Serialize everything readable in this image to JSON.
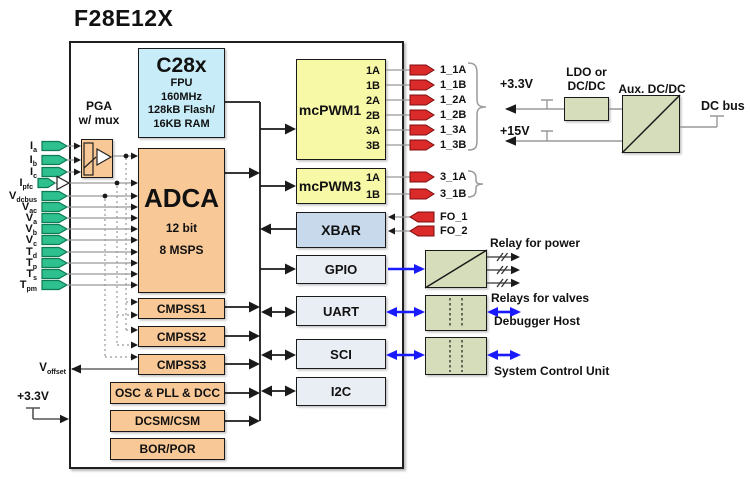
{
  "title": "F28E12X",
  "blocks": {
    "c28x": {
      "title": "C28x",
      "lines": [
        "FPU",
        "160MHz",
        "128kB Flash/",
        "16KB RAM"
      ]
    },
    "pga": {
      "line1": "PGA",
      "line2": "w/ mux"
    },
    "adca": {
      "title": "ADCA",
      "line1": "12 bit",
      "line2": "8 MSPS"
    },
    "cmpss": [
      "CMPSS1",
      "CMPSS2",
      "CMPSS3"
    ],
    "osc": "OSC & PLL & DCC",
    "dcsm": "DCSM/CSM",
    "bor": "BOR/POR",
    "mcpwm1": {
      "title": "mcPWM1",
      "pins": [
        "1A",
        "1B",
        "2A",
        "2B",
        "3A",
        "3B"
      ]
    },
    "mcpwm3": {
      "title": "mcPWM3",
      "pins": [
        "1A",
        "1B"
      ]
    },
    "xbar": "XBAR",
    "gpio": "GPIO",
    "uart": "UART",
    "sci": "SCI",
    "i2c": "I2C"
  },
  "inputs": [
    {
      "base": "I",
      "sub": "a"
    },
    {
      "base": "I",
      "sub": "b"
    },
    {
      "base": "I",
      "sub": "c"
    },
    {
      "base": "I",
      "sub": "pfc"
    },
    {
      "base": "V",
      "sub": "dcbus"
    },
    {
      "base": "V",
      "sub": "ac"
    },
    {
      "base": "V",
      "sub": "a"
    },
    {
      "base": "V",
      "sub": "b"
    },
    {
      "base": "V",
      "sub": "c"
    },
    {
      "base": "T",
      "sub": "d"
    },
    {
      "base": "T",
      "sub": "p"
    },
    {
      "base": "T",
      "sub": "s"
    },
    {
      "base": "T",
      "sub": "pm"
    }
  ],
  "left": {
    "v_offset_base": "V",
    "v_offset_sub": "offset",
    "supply": "+3.3V"
  },
  "outputs": {
    "pwm": [
      "1_1A",
      "1_1B",
      "1_2A",
      "1_2B",
      "1_3A",
      "1_3B",
      "3_1A",
      "3_1B"
    ],
    "fault": [
      "FO_1",
      "FO_2"
    ]
  },
  "power": {
    "v33": "+3.3V",
    "v15": "+15V",
    "ldo_line1": "LDO or",
    "ldo_line2": "DC/DC",
    "aux": "Aux. DC/DC",
    "dcbus": "DC bus"
  },
  "right_labels": {
    "relay_power": "Relay for power",
    "relays_valves": "Relays for valves",
    "debugger_host": "Debugger Host",
    "system_control_unit": "System Control Unit"
  },
  "colors": {
    "cpu_fill": "#c8edf8",
    "analog_fill": "#f8c896",
    "pwm_fill": "#f8f9a6",
    "xbar_fill": "#c9d9ec",
    "digital_fill": "#e9edf4",
    "module_fill": "#d6ddbb",
    "input_arrow": "#2ec08e",
    "output_arrow": "#da2a2a",
    "bus_blue": "#1a1aff"
  }
}
